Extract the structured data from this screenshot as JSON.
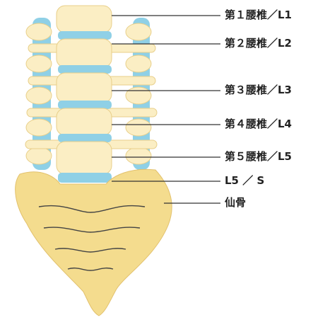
{
  "labels": [
    {
      "id": "l1",
      "text": "第１腰椎／L1"
    },
    {
      "id": "l2",
      "text": "第２腰椎／L2"
    },
    {
      "id": "l3",
      "text": "第３腰椎／L3"
    },
    {
      "id": "l4",
      "text": "第４腰椎／L4"
    },
    {
      "id": "l5",
      "text": "第５腰椎／L5"
    },
    {
      "id": "l5s",
      "text": "L5 ／ S"
    },
    {
      "id": "sacrum",
      "text": "仙骨"
    }
  ],
  "colors": {
    "bone": "#fbeec4",
    "bone_outline": "#e8cf8a",
    "disc": "#8fd0e6",
    "sacrum": "#f4dc8e",
    "leader_line": "#333333"
  }
}
